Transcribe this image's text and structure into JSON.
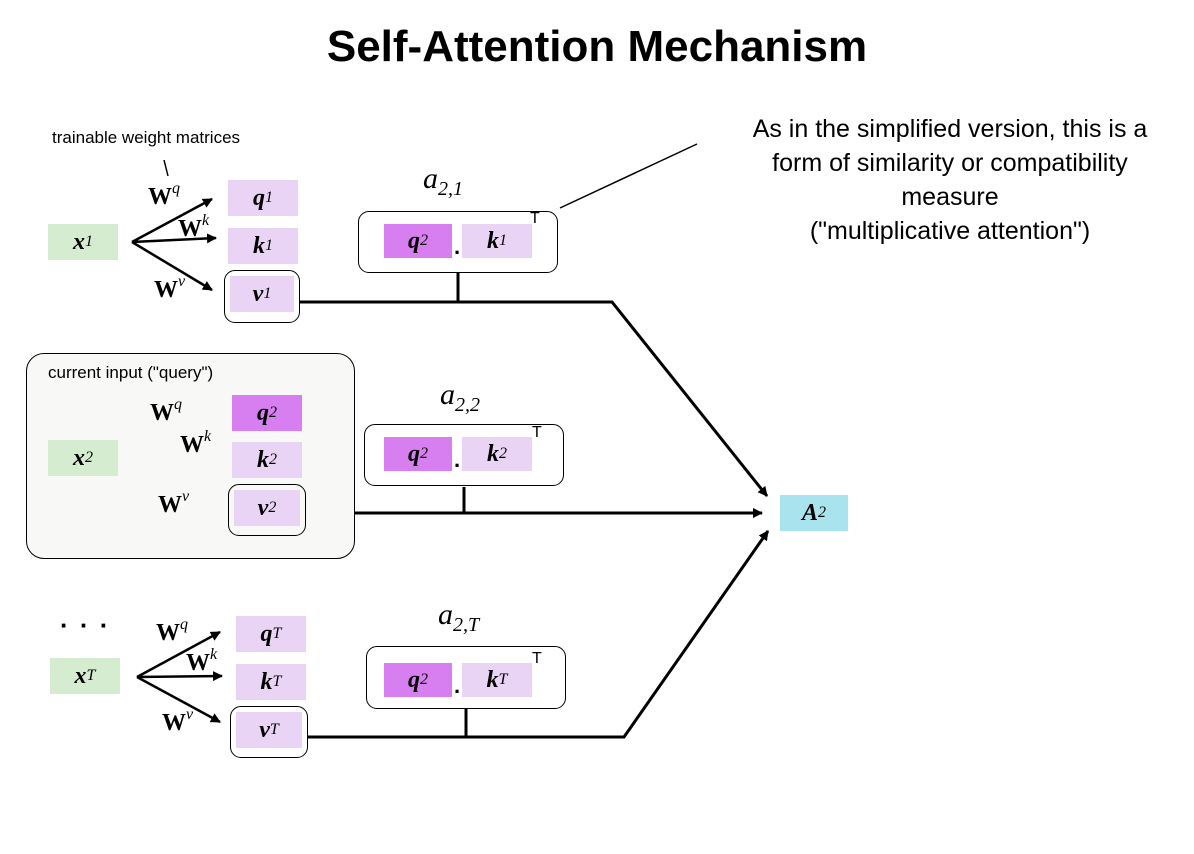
{
  "title": "Self-Attention Mechanism",
  "annotations": {
    "weights_note": "trainable weight matrices",
    "current_input_note": "current input (\"query\")",
    "similarity_note": "As in the simplified version, this is a\nform of similarity or compatibility\nmeasure\n(\"multiplicative attention\")",
    "ellipsis": "· · ·",
    "transpose": "T",
    "dot": "."
  },
  "weights": {
    "query": "q",
    "key": "k",
    "value": "v",
    "symbol": "W"
  },
  "rows": [
    {
      "input": "x",
      "sub": "1",
      "q": "q",
      "k": "k",
      "v": "v",
      "score": "a",
      "score_sub": "2,1"
    },
    {
      "input": "x",
      "sub": "2",
      "q": "q",
      "k": "k",
      "v": "v",
      "score": "a",
      "score_sub": "2,2"
    },
    {
      "input": "x",
      "sub": "T",
      "q": "q",
      "k": "k",
      "v": "v",
      "score": "a",
      "score_sub": "2,T"
    }
  ],
  "query_in_score": {
    "symbol": "q",
    "sub": "2"
  },
  "output": {
    "symbol": "A",
    "sub": "2"
  },
  "colors": {
    "input": "#d6ecd0",
    "projection": "#ead4f6",
    "query": "#d77ef0",
    "output": "#a9e3ee"
  }
}
